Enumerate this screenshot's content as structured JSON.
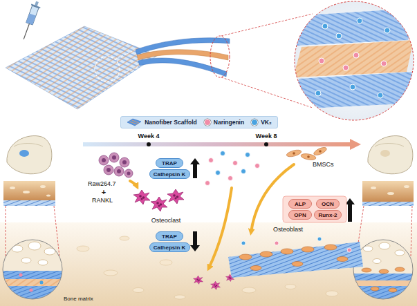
{
  "diagram": {
    "nodes": [
      {
        "text": [
          "TRAP"
        ]
      },
      {
        "text": [
          "Cathepsin K"
        ]
      },
      {
        "text": [
          "ALP"
        ]
      },
      {
        "text": [
          "OCN"
        ]
      },
      {
        "text": [
          "OPN"
        ]
      },
      {
        "text": [
          "Runx-2"
        ]
      },
      {
        "text": [
          "TRAP"
        ]
      },
      {
        "text": [
          "Cathepsin K"
        ]
      }
    ],
    "labels": [
      "Week 4",
      "Week 8",
      "Raw264.7",
      "+",
      "RANKL",
      "Osteoclast",
      "BMSCs",
      "Osteoblast",
      "Bone matrix"
    ],
    "legend": [
      {
        "text": "Nanofiber Scaffold"
      },
      {
        "text": "Naringenin",
        "color": "#f08ca8"
      },
      {
        "text": "VK₂",
        "color": "#4aa3e0"
      }
    ]
  }
}
